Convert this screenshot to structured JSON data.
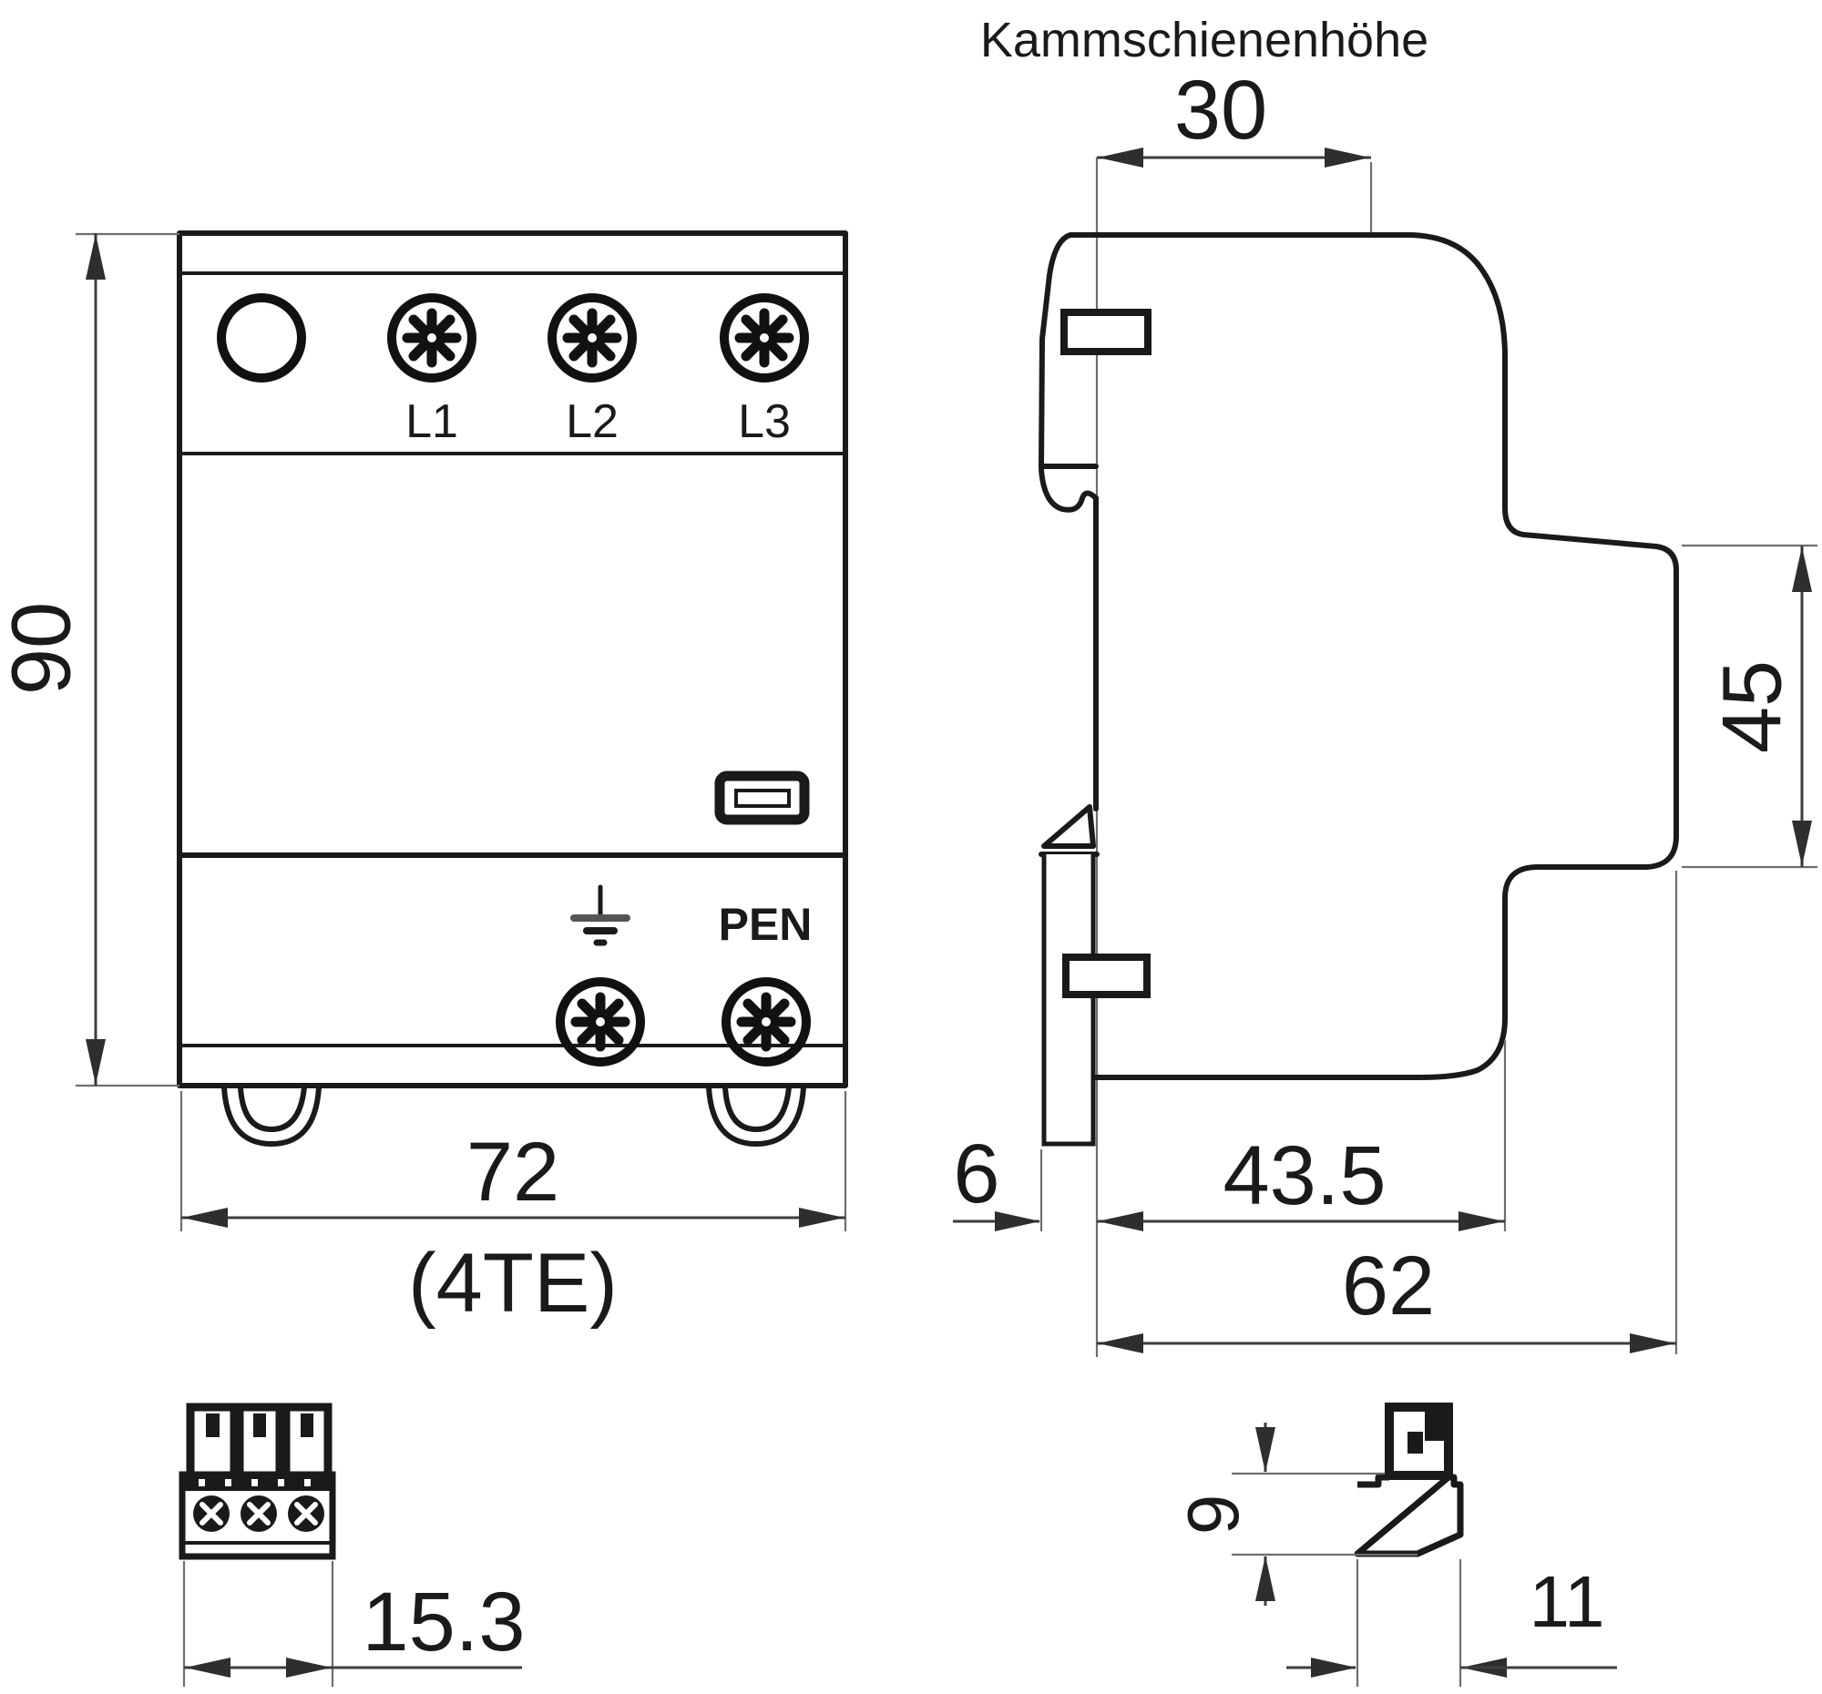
{
  "side_view": {
    "title": "Kammschienenhöhe",
    "dims": {
      "rail_width": "30",
      "front_height": "45",
      "rear_offset": "6",
      "body_depth": "43.5",
      "total_depth": "62"
    }
  },
  "front_view": {
    "terminal_labels": [
      "L1",
      "L2",
      "L3"
    ],
    "pen_label": "PEN",
    "dims": {
      "height": "90",
      "width": "72",
      "width_note": "(4TE)"
    }
  },
  "details": {
    "terminal_block": {
      "width": "15.3"
    },
    "clip": {
      "height": "9",
      "width": "11"
    }
  },
  "icons": {
    "screw_terminal": "combi-screw-terminal",
    "earth": "earth-ground-symbol",
    "indicator": "status-indicator-window"
  },
  "colors": {
    "line": "#1a1a1a",
    "dimension_line": "#3d3d3d",
    "extension_line": "#6e6e6e",
    "background": "#ffffff"
  }
}
